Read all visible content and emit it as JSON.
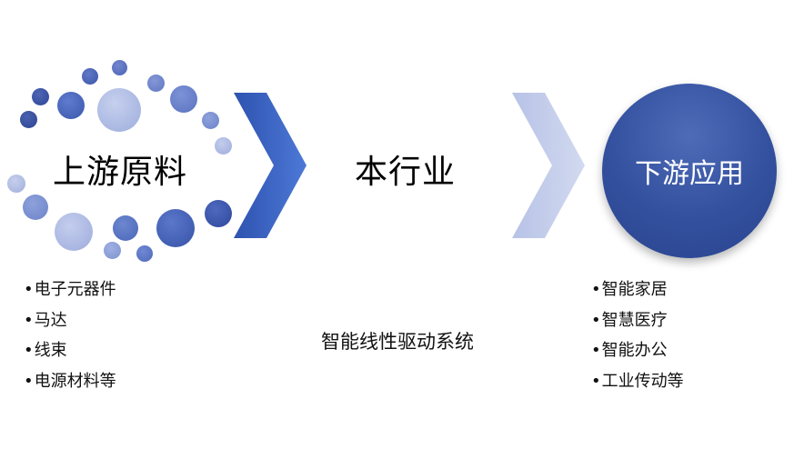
{
  "left_stage": {
    "title": "上游原料",
    "items": [
      "电子元器件",
      "马达",
      "线束",
      "电源材料等"
    ]
  },
  "middle_stage": {
    "title": "本行业",
    "description": "智能线性驱动系统"
  },
  "right_stage": {
    "title": "下游应用",
    "items": [
      "智能家居",
      "智慧医疗",
      "智能办公",
      "工业传动等"
    ]
  },
  "colors": {
    "dark_blue": "#33509e",
    "mid_blue": "#5473c4",
    "light_blue": "#aab8e3",
    "pale_chevron": "#c2cbe8"
  }
}
